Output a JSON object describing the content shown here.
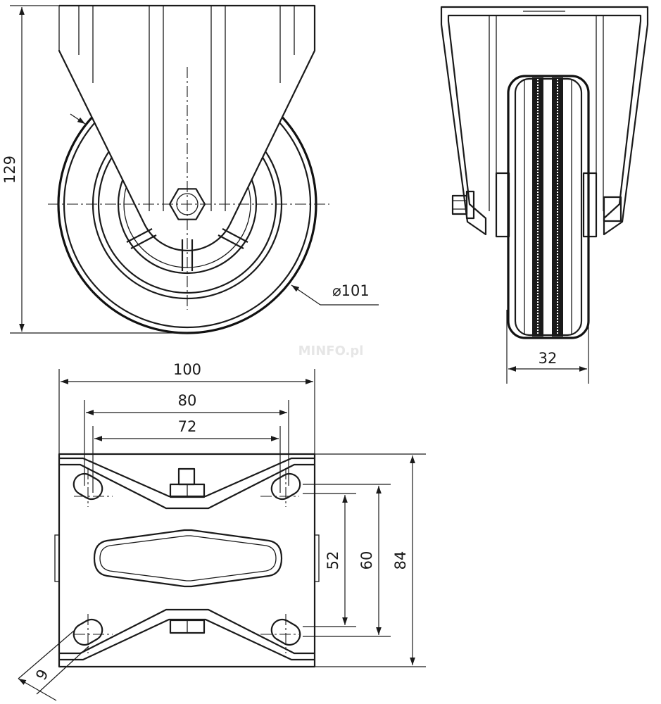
{
  "dimensions": {
    "overall_height": "129",
    "wheel_diameter": "⌀101",
    "wheel_width": "32",
    "plate_width": "100",
    "hole_spacing_outer": "80",
    "hole_spacing_inner": "72",
    "plate_height": "84",
    "hole_spacing_vertical_outer": "60",
    "hole_spacing_vertical_inner": "52",
    "hole_diameter": "9"
  },
  "watermark": "MINFO.pl"
}
